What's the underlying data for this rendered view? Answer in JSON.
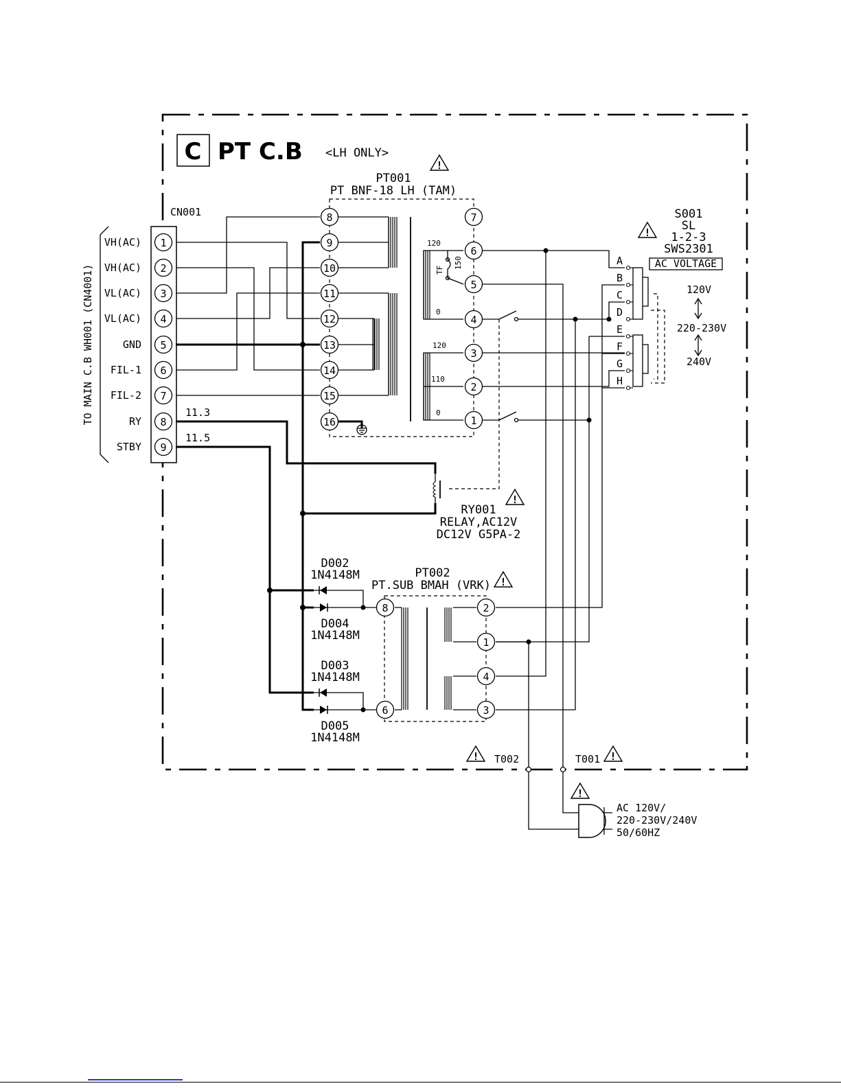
{
  "title": {
    "box_letter": "C",
    "name": "PT C.B",
    "note": "<LH ONLY>"
  },
  "connector": {
    "ref": "CN001",
    "side_label": "TO MAIN C.B WH001 (CN4001)",
    "pins": [
      {
        "num": "1",
        "label": "VH(AC)"
      },
      {
        "num": "2",
        "label": "VH(AC)"
      },
      {
        "num": "3",
        "label": "VL(AC)"
      },
      {
        "num": "4",
        "label": "VL(AC)"
      },
      {
        "num": "5",
        "label": "GND"
      },
      {
        "num": "6",
        "label": "FIL-1"
      },
      {
        "num": "7",
        "label": "FIL-2"
      },
      {
        "num": "8",
        "label": "RY"
      },
      {
        "num": "9",
        "label": "STBY"
      }
    ],
    "voltages": {
      "ry": "11.3",
      "stby": "11.5"
    }
  },
  "pt001": {
    "ref": "PT001",
    "part": "PT BNF-18 LH (TAM)",
    "left_pins": [
      "8",
      "9",
      "10",
      "11",
      "12",
      "13",
      "14",
      "15",
      "16"
    ],
    "right_pins": [
      "7",
      "6",
      "5",
      "4",
      "3",
      "2",
      "1"
    ],
    "tap_labels": {
      "t120a": "120",
      "t0a": "0",
      "t120b": "120",
      "t110": "110",
      "t0b": "0"
    },
    "fuse_label": "TF",
    "fuse_value": "150"
  },
  "s001": {
    "ref": "S001",
    "type": "SL",
    "config": "1-2-3",
    "part": "SWS2301",
    "box_label": "AC VOLTAGE",
    "contacts": [
      "A",
      "B",
      "C",
      "D",
      "E",
      "F",
      "G",
      "H"
    ],
    "voltages": [
      "120V",
      "220-230V",
      "240V"
    ]
  },
  "ry001": {
    "ref": "RY001",
    "type": "RELAY,AC12V",
    "part": "DC12V G5PA-2"
  },
  "diodes": [
    {
      "ref": "D002",
      "part": "1N4148M"
    },
    {
      "ref": "D004",
      "part": "1N4148M"
    },
    {
      "ref": "D003",
      "part": "1N4148M"
    },
    {
      "ref": "D005",
      "part": "1N4148M"
    }
  ],
  "pt002": {
    "ref": "PT002",
    "part": "PT.SUB BMAH (VRK)",
    "left_pins": [
      "8",
      "6"
    ],
    "right_pins": [
      "2",
      "1",
      "4",
      "3"
    ]
  },
  "terminals": {
    "t002": "T002",
    "t001": "T001"
  },
  "ac_input": {
    "line1": "AC 120V/",
    "line2": "220-230V/240V",
    "line3": "50/60HZ"
  },
  "warning_glyph": "!"
}
